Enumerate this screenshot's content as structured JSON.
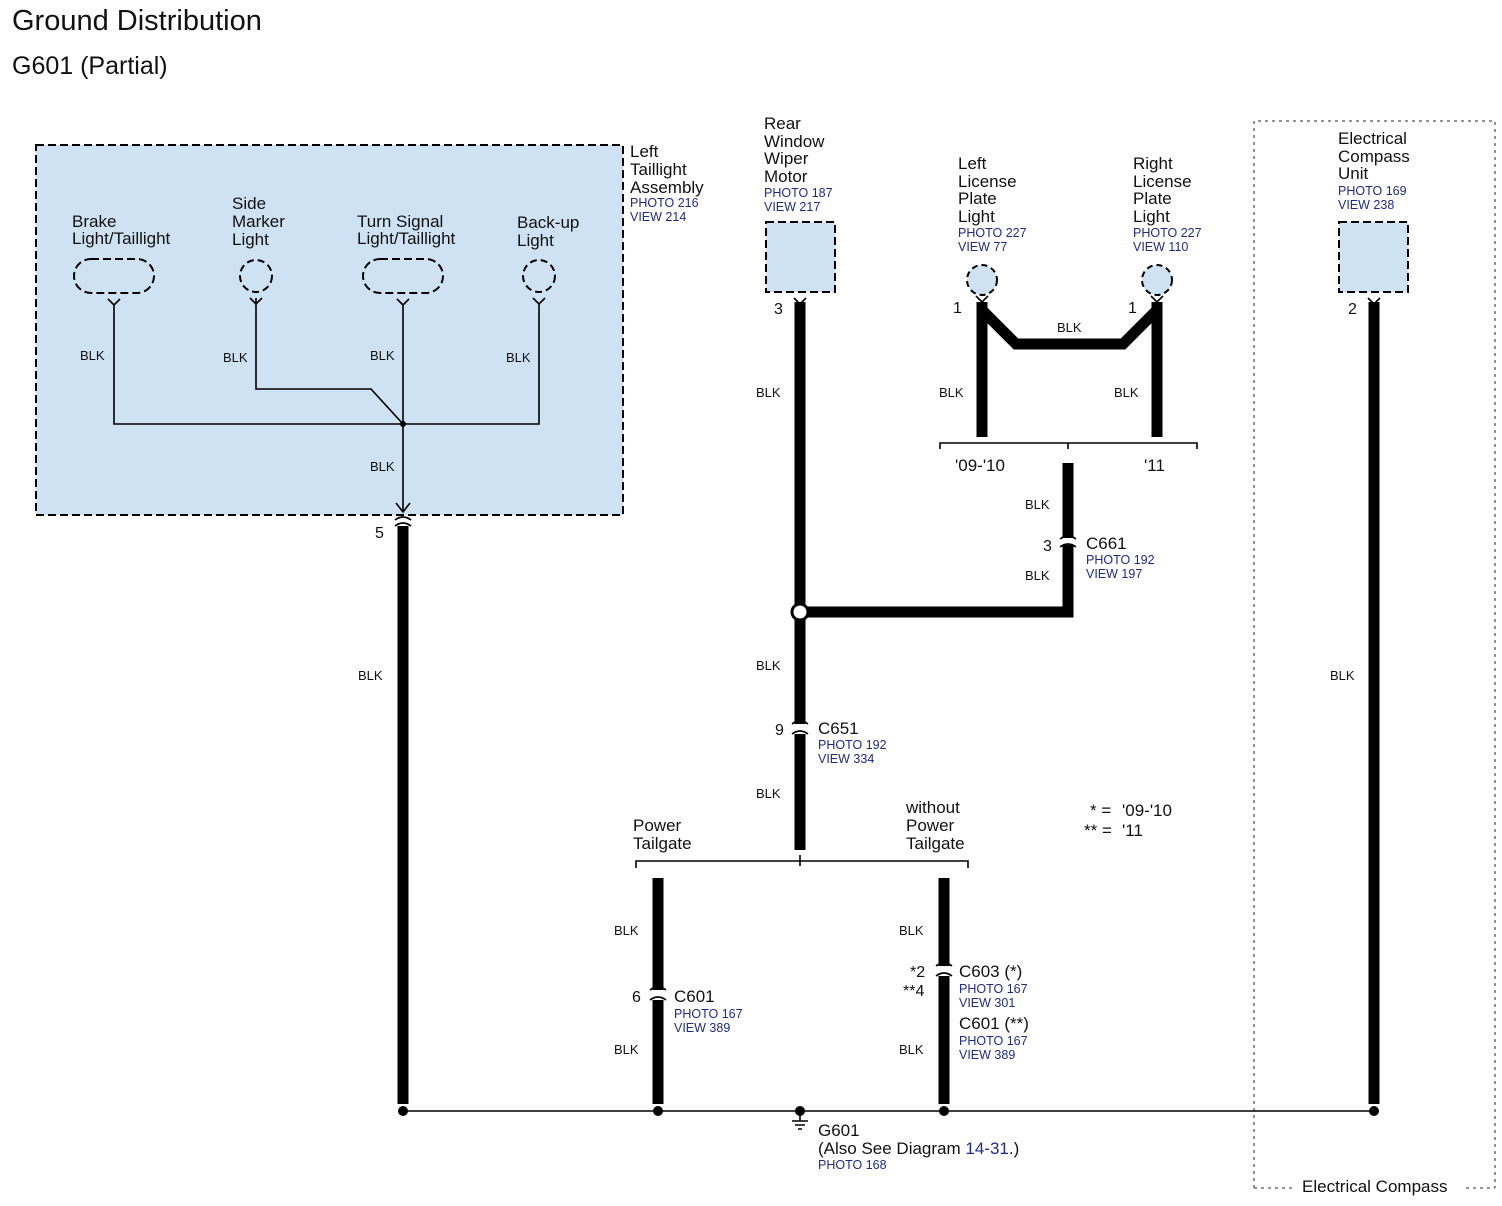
{
  "header": {
    "title": "Ground Distribution",
    "subtitle": "G601 (Partial)"
  },
  "wire_color": "BLK",
  "taillight": {
    "name_lines": [
      "Left",
      "Taillight",
      "Assembly"
    ],
    "photo": "PHOTO 216",
    "view": "VIEW 214",
    "pin": "5",
    "bulbs": {
      "brake": [
        "Brake",
        "Light/Taillight"
      ],
      "side": [
        "Side",
        "Marker",
        "Light"
      ],
      "turn": [
        "Turn Signal",
        "Light/Taillight"
      ],
      "backup": [
        "Back-up",
        "Light"
      ]
    }
  },
  "wiper": {
    "name_lines": [
      "Rear",
      "Window",
      "Wiper",
      "Motor"
    ],
    "photo": "PHOTO 187",
    "view": "VIEW 217",
    "pin": "3"
  },
  "left_plate": {
    "name_lines": [
      "Left",
      "License",
      "Plate",
      "Light"
    ],
    "photo": "PHOTO 227",
    "view": "VIEW 77",
    "pin": "1"
  },
  "right_plate": {
    "name_lines": [
      "Right",
      "License",
      "Plate",
      "Light"
    ],
    "photo": "PHOTO 227",
    "view": "VIEW 110",
    "pin": "1"
  },
  "compass": {
    "name_lines": [
      "Electrical",
      "Compass",
      "Unit"
    ],
    "photo": "PHOTO 169",
    "view": "VIEW 238",
    "pin": "2",
    "section_label": "Electrical Compass"
  },
  "year_split": {
    "left": "'09-'10",
    "right": "'11"
  },
  "c661": {
    "name": "C661",
    "photo": "PHOTO 192",
    "view": "VIEW 197",
    "pin": "3"
  },
  "c651": {
    "name": "C651",
    "photo": "PHOTO 192",
    "view": "VIEW 334",
    "pin": "9"
  },
  "tailgate_split": {
    "left_lines": [
      "Power",
      "Tailgate"
    ],
    "right_lines": [
      "without",
      "Power",
      "Tailgate"
    ]
  },
  "c601_left": {
    "name": "C601",
    "photo": "PHOTO 167",
    "view": "VIEW 389",
    "pin": "6"
  },
  "c603": {
    "name": "C603 (*)",
    "photo": "PHOTO 167",
    "view": "VIEW 301",
    "pin_a": "*2",
    "pin_b": "**4"
  },
  "c601_right": {
    "name": "C601 (**)",
    "photo": "PHOTO 167",
    "view": "VIEW 389"
  },
  "legend": {
    "star": "* =",
    "star_value": "'09-'10",
    "dstar": "** =",
    "dstar_value": "'11"
  },
  "ground": {
    "name": "G601",
    "note_prefix": "(Also See  Diagram ",
    "note_link": "14-31",
    "note_suffix": ".)",
    "photo": "PHOTO 168"
  }
}
